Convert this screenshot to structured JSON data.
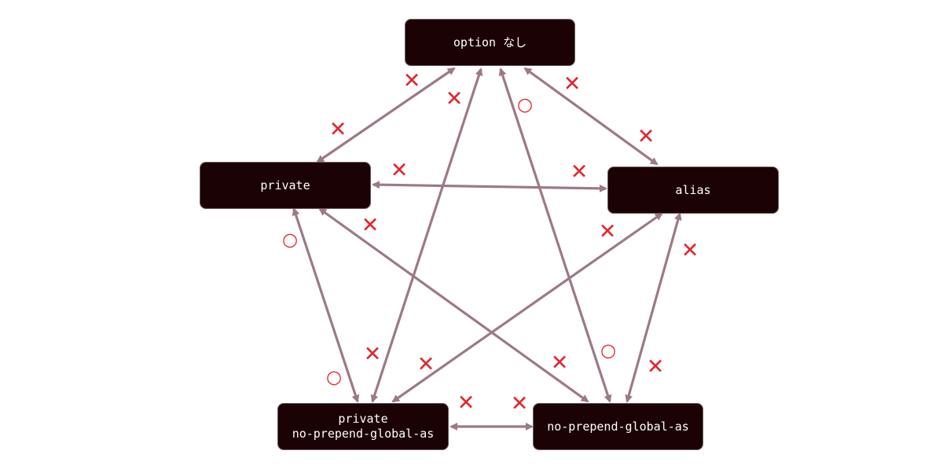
{
  "nodes": {
    "option_none": {
      "label": "option なし"
    },
    "private": {
      "label": "private"
    },
    "alias": {
      "label": "alias"
    },
    "private_npga": {
      "line1": "private",
      "line2": "no-prepend-global-as"
    },
    "npga": {
      "label": "no-prepend-global-as"
    }
  },
  "marks": {
    "cross": "✕",
    "circle": "○"
  },
  "colors": {
    "node_fill": "#1b0204",
    "arrow": "#9c7a85",
    "mark": "#e2262a"
  }
}
